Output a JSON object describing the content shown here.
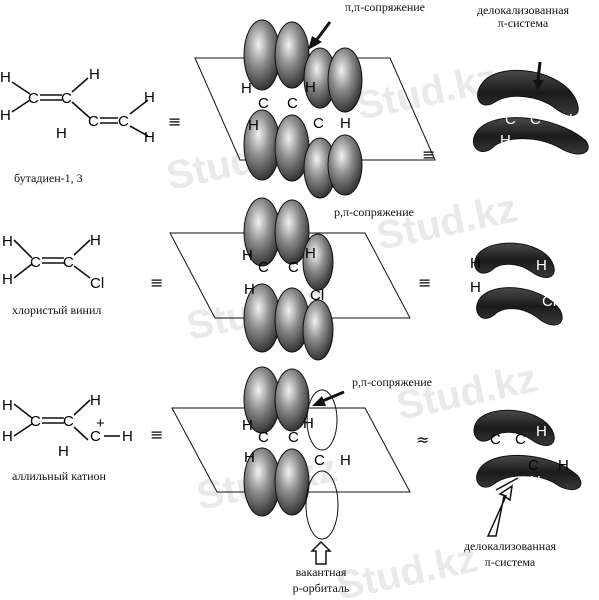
{
  "rows": [
    {
      "molecule_name": "бутадиен-1, 3",
      "conjugation_label": "π,π-сопряжение",
      "delocalized_label_line1": "делокализованная",
      "delocalized_label_line2": "π-система"
    },
    {
      "molecule_name": "хлористый винил",
      "conjugation_label": "p,π-сопряжение"
    },
    {
      "molecule_name": "аллильный катион",
      "conjugation_label": "p,π-сопряжение",
      "delocalized_label_line1": "делокализованная",
      "delocalized_label_line2": "π-система",
      "vacant_label_line1": "вакантная",
      "vacant_label_line2": "p-орбиталь"
    }
  ],
  "symbols": {
    "equiv": "≡",
    "approx": "≈"
  },
  "atoms": {
    "H": "H",
    "C": "C",
    "Cl": "Cl",
    "plus": "+"
  },
  "watermark": "Stud.kz"
}
